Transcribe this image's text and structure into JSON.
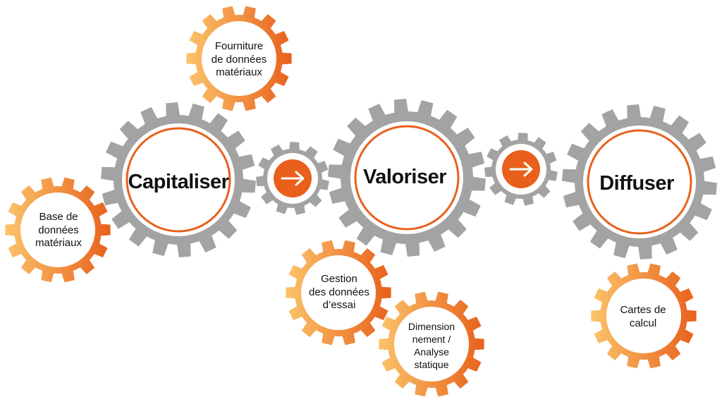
{
  "colors": {
    "grey_gear": "#a3a3a3",
    "orange_dark": "#e8601c",
    "orange_light": "#fbc46a",
    "ring": "#e8601c",
    "arrow": "#ffffff"
  },
  "main_gears": [
    {
      "id": "capitaliser",
      "label": "Capitaliser"
    },
    {
      "id": "valoriser",
      "label": "Valoriser"
    },
    {
      "id": "diffuser",
      "label": "Diffuser"
    }
  ],
  "connector_gears": [
    {
      "id": "connector-1",
      "icon": "arrow-right-icon"
    },
    {
      "id": "connector-2",
      "icon": "arrow-right-icon"
    }
  ],
  "small_gears": [
    {
      "id": "fourniture",
      "lines": [
        "Fourniture",
        "de données",
        "matériaux"
      ]
    },
    {
      "id": "base",
      "lines": [
        "Base de",
        "données",
        "matériaux"
      ]
    },
    {
      "id": "gestion",
      "lines": [
        "Gestion",
        "des données",
        "d’essai"
      ]
    },
    {
      "id": "dimensionnement",
      "lines": [
        "Dimension",
        "nement /",
        "Analyse",
        "statique"
      ]
    },
    {
      "id": "cartes",
      "lines": [
        "Cartes de",
        "calcul"
      ]
    }
  ]
}
